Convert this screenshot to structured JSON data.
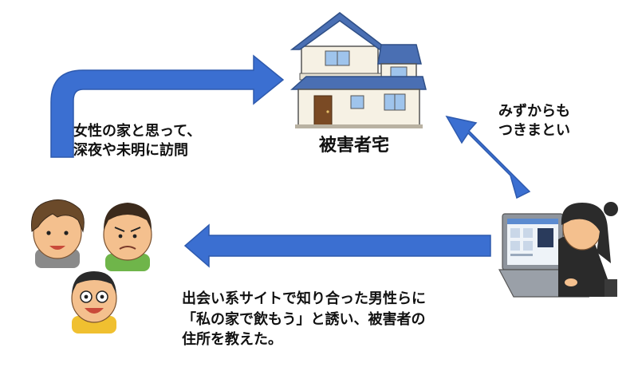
{
  "labels": {
    "top": [
      "女性の家と思って、",
      "深夜や未明に訪問"
    ],
    "house": "被害者宅",
    "right": [
      "みずからも",
      "つきまとい"
    ],
    "bottom": [
      "出会い系サイトで知り合った男性らに",
      "「私の家で飲もう」と誘い、被害者の",
      "住所を教えた。"
    ]
  },
  "colors": {
    "arrow": "#3b6fd1",
    "arrow_edge": "#2e5aae",
    "roof": "#4a6fb3",
    "wall": "#f6f1e4",
    "skin": "#f4c08e",
    "hair": "#3b2a1c"
  },
  "icons": [
    "house-illustration",
    "man-group-illustration",
    "woman-laptop-illustration"
  ]
}
